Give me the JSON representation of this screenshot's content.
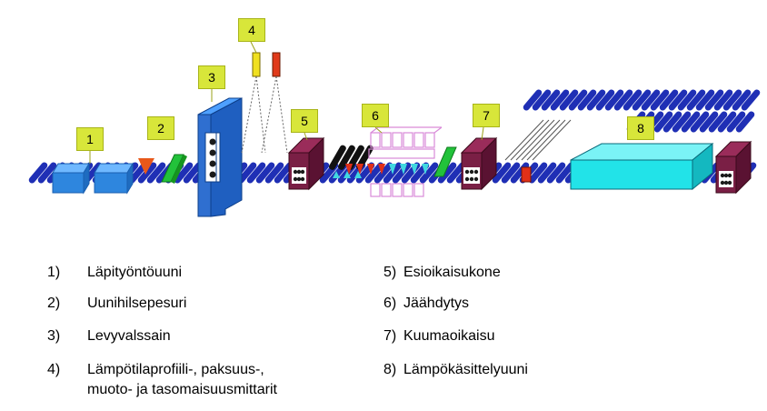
{
  "labels": [
    "1",
    "2",
    "3",
    "4",
    "5",
    "6",
    "7",
    "8"
  ],
  "legend": [
    {
      "num": "1)",
      "text": "Läpityöntöuuni"
    },
    {
      "num": "2)",
      "text": "Uunihilsepesuri"
    },
    {
      "num": "3)",
      "text": "Levyvalssain"
    },
    {
      "num": "4)",
      "text": "Lämpötilaprofiili-, paksuus-,",
      "text2": "muoto- ja tasomaisuusmittarit"
    },
    {
      "num": "5)",
      "text": "Esioikaisukone"
    },
    {
      "num": "6)",
      "text": "Jäähdytys"
    },
    {
      "num": "7)",
      "text": "Kuumaoikaisu"
    },
    {
      "num": "8)",
      "text": "Lämpökäsittelyuuni"
    }
  ],
  "colors": {
    "roller": "#1f2fb5",
    "label_box": "#d8e63a",
    "furnace": "#2e86de",
    "descaler": "#22c23a",
    "mill": "#2f6fd0",
    "leveller": "#7a1f45",
    "cooling": "#d98ad8",
    "heat_treatment": "#22e3e8",
    "scale_red": "#e03018",
    "sensor_yellow": "#f0e020",
    "sensor_red": "#e03a1a"
  }
}
